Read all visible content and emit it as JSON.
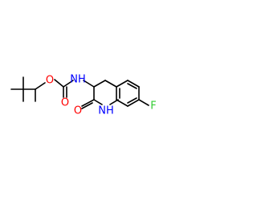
{
  "molecule": {
    "atoms": [
      {
        "id": "o-ester",
        "label": "O",
        "color": "#ff0000"
      },
      {
        "id": "n-amide",
        "label": "NH",
        "color": "#0000ff"
      },
      {
        "id": "o-carbonyl-carbamate",
        "label": "O",
        "color": "#ff0000"
      },
      {
        "id": "o-carbonyl-lactam",
        "label": "O",
        "color": "#ff0000"
      },
      {
        "id": "n-lactam",
        "label": "NH",
        "color": "#0000ff"
      },
      {
        "id": "f-fluoro",
        "label": "F",
        "color": "#33cc33"
      }
    ]
  }
}
